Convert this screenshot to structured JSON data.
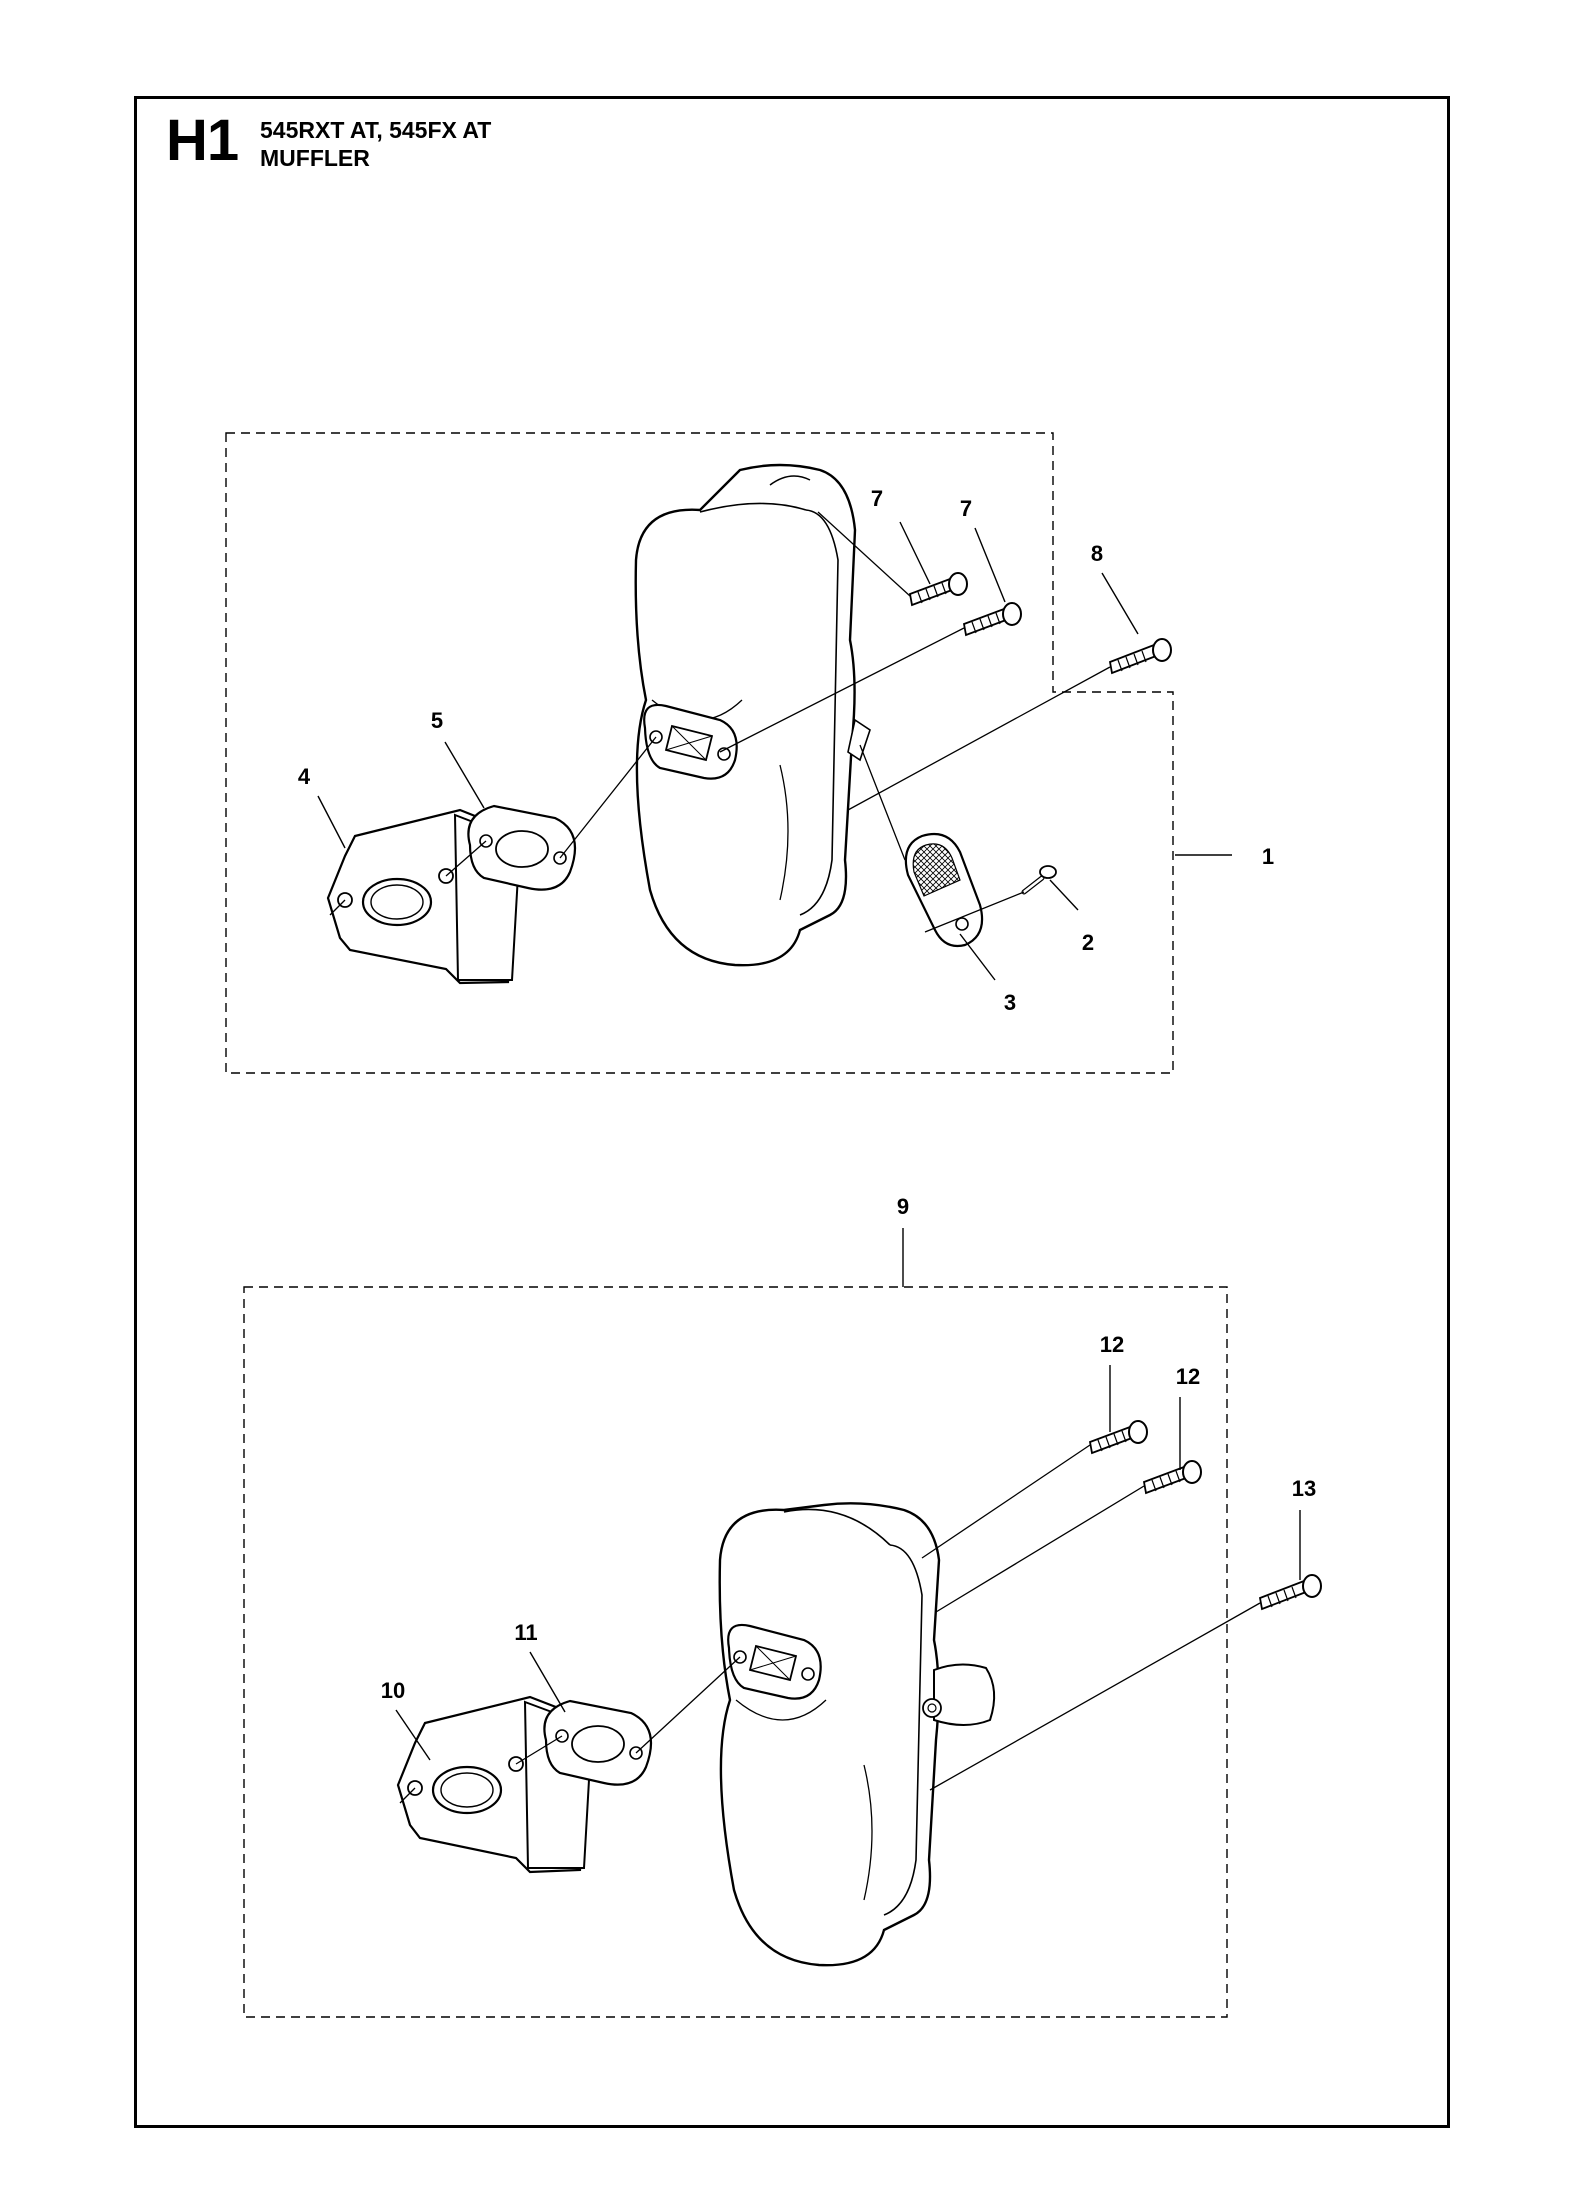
{
  "header": {
    "section_code": "H1",
    "models": "545RXT AT, 545FX AT",
    "subtitle": "MUFFLER"
  },
  "callouts": {
    "c1": "1",
    "c2": "2",
    "c3": "3",
    "c4": "4",
    "c5": "5",
    "c7a": "7",
    "c7b": "7",
    "c8": "8",
    "c9": "9",
    "c10": "10",
    "c11": "11",
    "c12a": "12",
    "c12b": "12",
    "c13": "13"
  }
}
